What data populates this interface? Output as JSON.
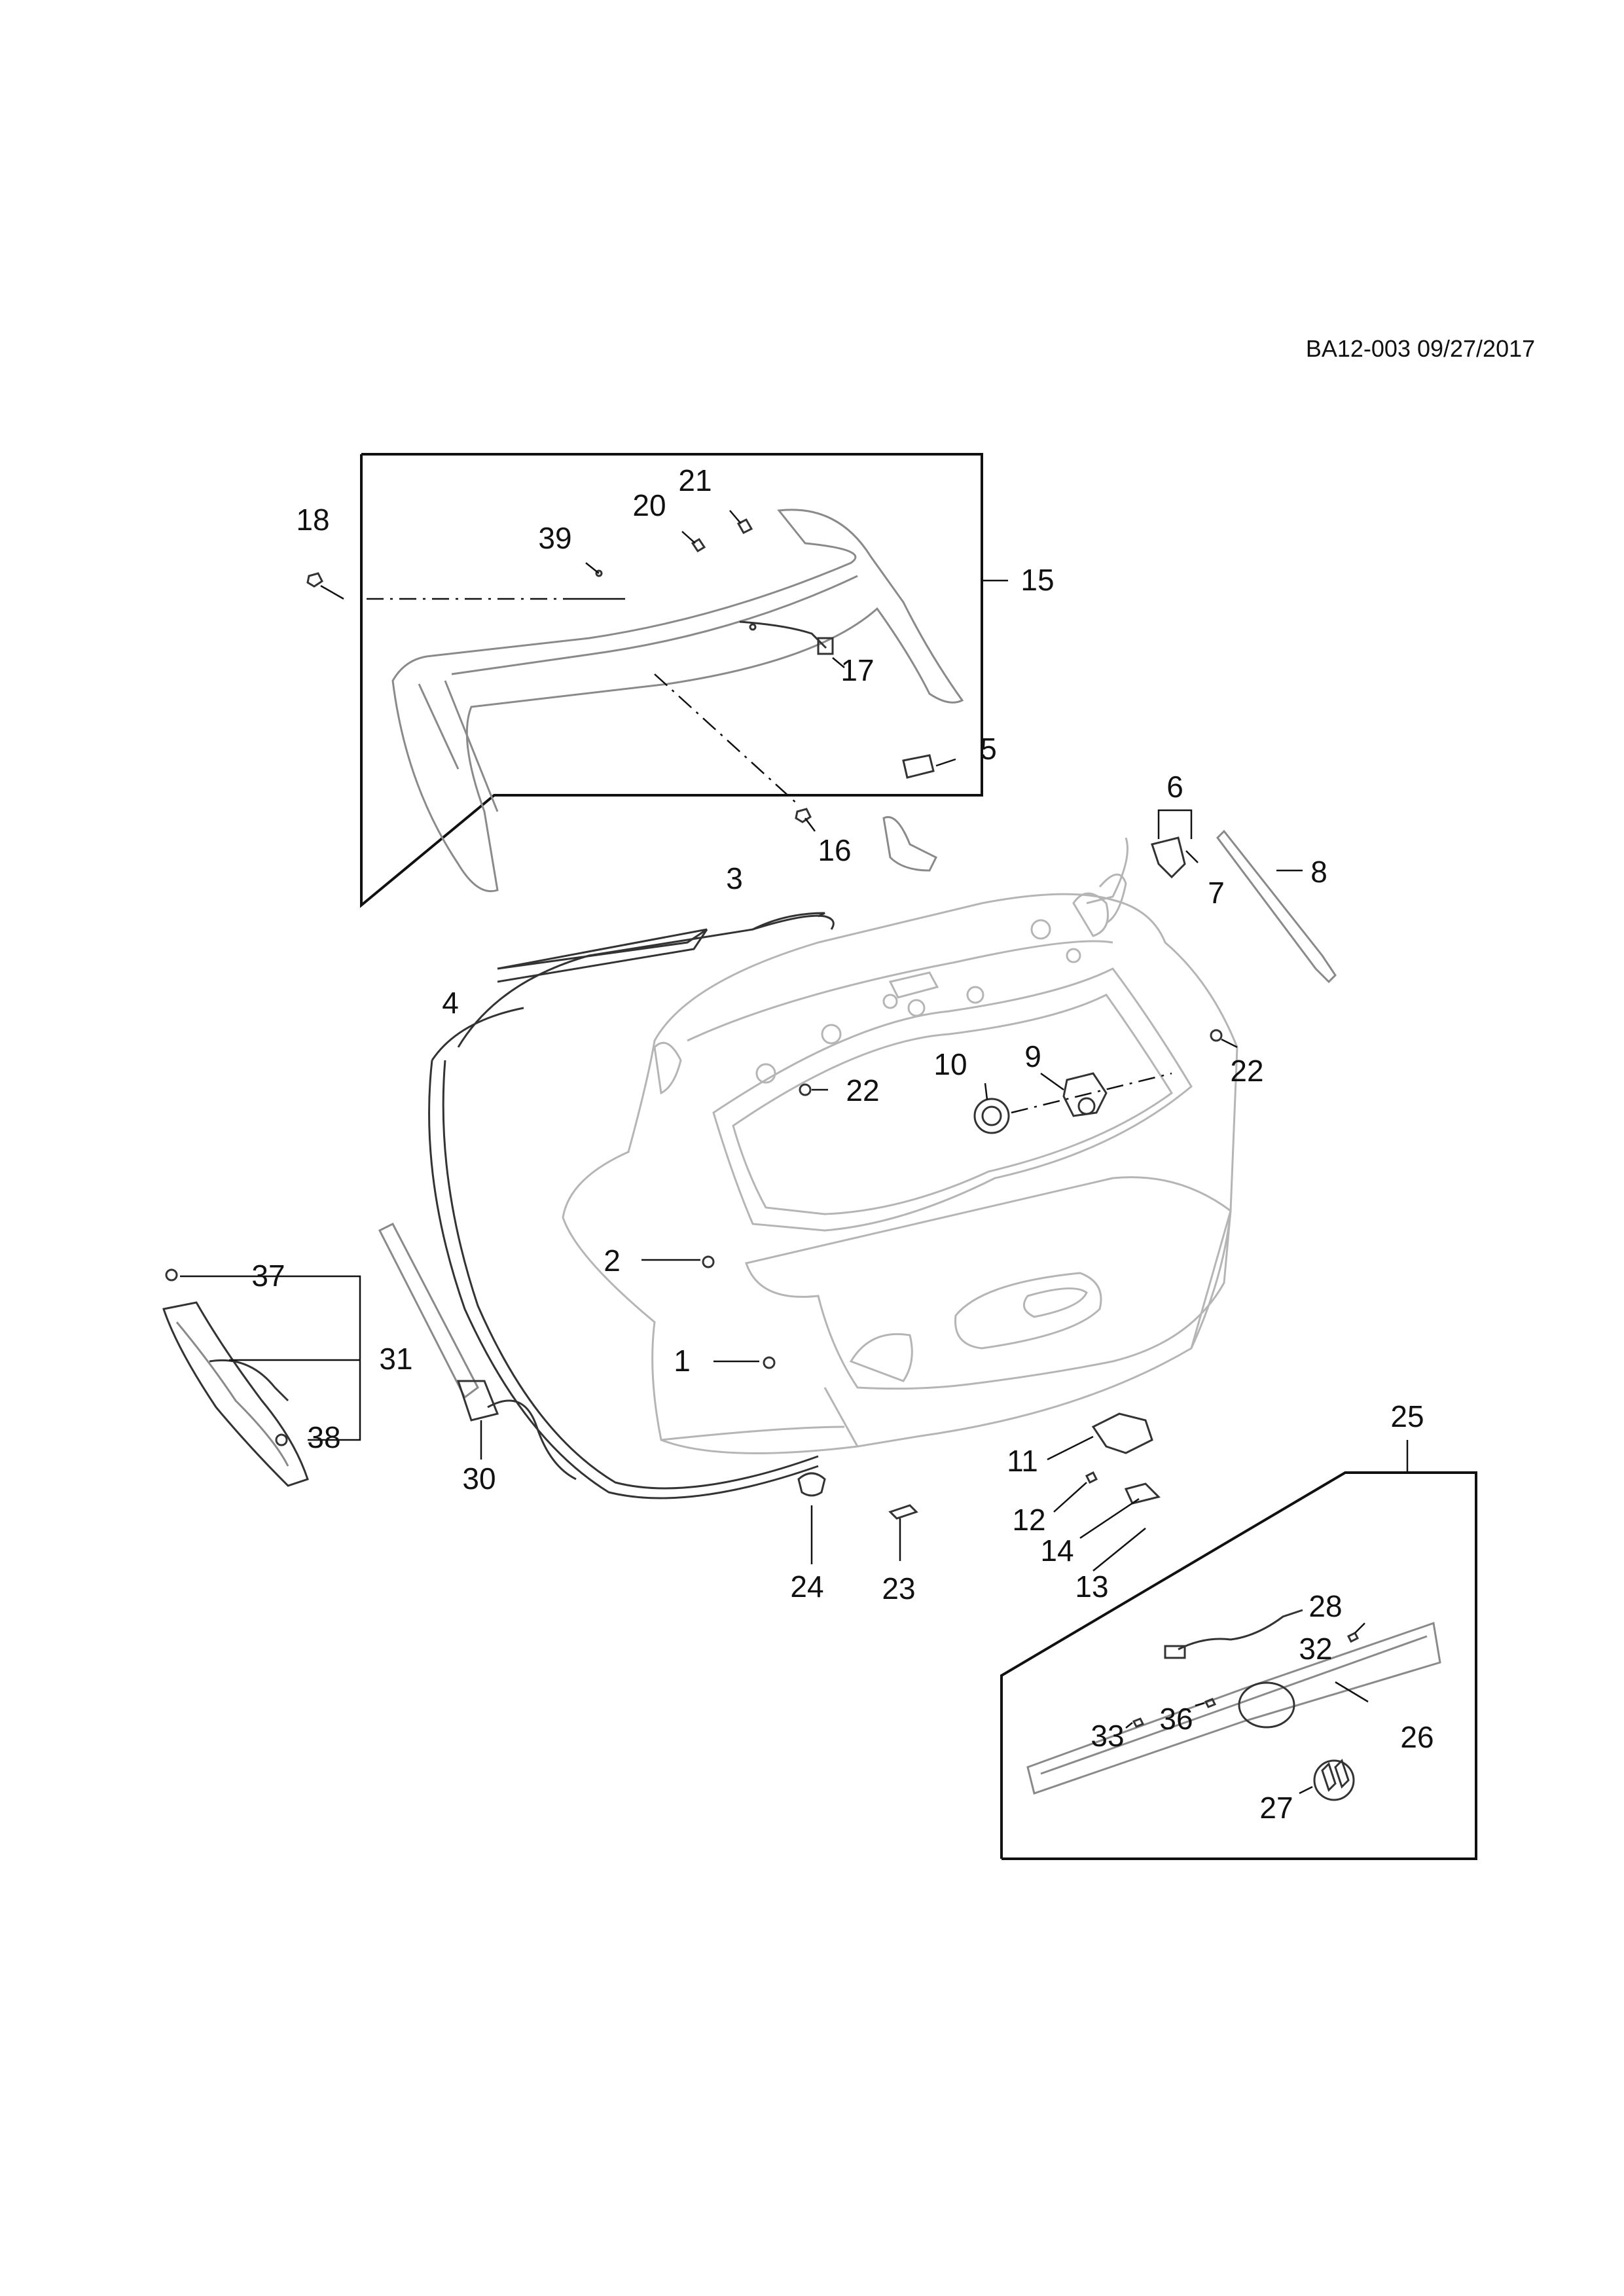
{
  "diagram": {
    "code": "BA12-003 09/27/2017",
    "refs": {
      "r1": "1",
      "r2": "2",
      "r3": "3",
      "r4": "4",
      "r5": "5",
      "r6": "6",
      "r7": "7",
      "r8": "8",
      "r9": "9",
      "r10": "10",
      "r11": "11",
      "r12": "12",
      "r13": "13",
      "r14": "14",
      "r15": "15",
      "r16": "16",
      "r17": "17",
      "r18": "18",
      "r20": "20",
      "r21": "21",
      "r22a": "22",
      "r22b": "22",
      "r23": "23",
      "r24": "24",
      "r25": "25",
      "r26": "26",
      "r27": "27",
      "r28": "28",
      "r30": "30",
      "r31": "31",
      "r32": "32",
      "r33": "33",
      "r36": "36",
      "r37": "37",
      "r38": "38",
      "r39": "39"
    }
  }
}
